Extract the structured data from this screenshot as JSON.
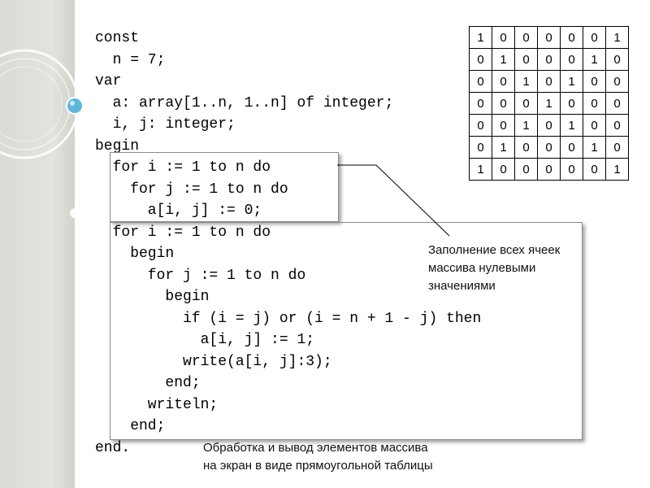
{
  "code": [
    "const",
    "  n = 7;",
    "var",
    "  a: array[1..n, 1..n] of integer;",
    "  i, j: integer;",
    "begin",
    "  for i := 1 to n do",
    "    for j := 1 to n do",
    "      a[i, j] := 0;",
    "  for i := 1 to n do",
    "    begin",
    "      for j := 1 to n do",
    "        begin",
    "          if (i = j) or (i = n + 1 - j) then",
    "            a[i, j] := 1;",
    "          write(a[i, j]:3);",
    "        end;",
    "      writeln;",
    "    end;",
    "end."
  ],
  "matrix": [
    [
      "1",
      "0",
      "0",
      "0",
      "0",
      "0",
      "1"
    ],
    [
      "0",
      "1",
      "0",
      "0",
      "0",
      "1",
      "0"
    ],
    [
      "0",
      "0",
      "1",
      "0",
      "1",
      "0",
      "0"
    ],
    [
      "0",
      "0",
      "0",
      "1",
      "0",
      "0",
      "0"
    ],
    [
      "0",
      "0",
      "1",
      "0",
      "1",
      "0",
      "0"
    ],
    [
      "0",
      "1",
      "0",
      "0",
      "0",
      "1",
      "0"
    ],
    [
      "1",
      "0",
      "0",
      "0",
      "0",
      "0",
      "1"
    ]
  ],
  "notes": {
    "fill_note": "Заполнение  всех ячеек\nмассива нулевыми\nзначениями",
    "output_note": "Обработка и вывод элементов массива\nна экран в виде прямоугольной таблицы"
  },
  "colors": {
    "accent_circle": "#5fb6d9",
    "band": "#dcdfd8"
  }
}
